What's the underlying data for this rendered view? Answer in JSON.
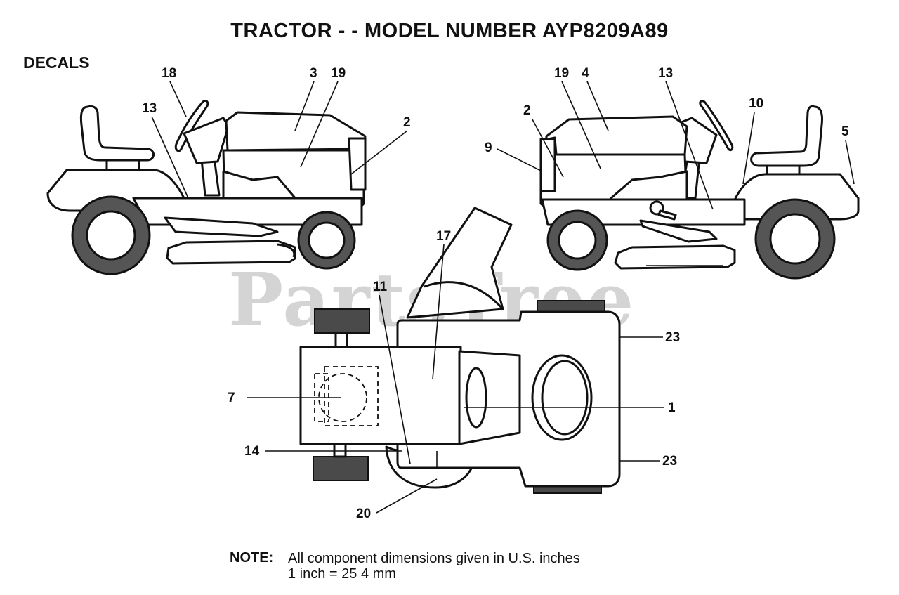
{
  "title": "TRACTOR - - MODEL NUMBER AYP8209A89",
  "section": "DECALS",
  "watermark": "PartsTree",
  "note": {
    "label": "NOTE:",
    "line1": "All component dimensions given in U.S. inches",
    "line2": "1 inch = 25 4 mm"
  },
  "callouts": {
    "left_view": [
      "18",
      "3",
      "19",
      "13",
      "2"
    ],
    "right_view": [
      "19",
      "4",
      "13",
      "2",
      "10",
      "9",
      "5"
    ],
    "top_view": [
      "17",
      "11",
      "23",
      "7",
      "1",
      "14",
      "23",
      "20"
    ]
  }
}
